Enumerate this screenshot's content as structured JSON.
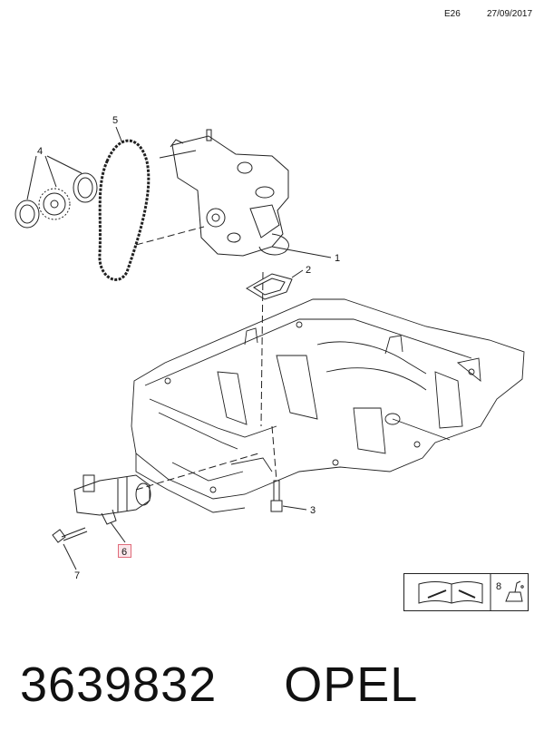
{
  "header": {
    "code": "E26",
    "date": "27/09/2017"
  },
  "callouts": {
    "c1": "1",
    "c2": "2",
    "c3": "3",
    "c4": "4",
    "c5": "5",
    "c6": "6",
    "c7": "7",
    "c8": "8"
  },
  "footer": {
    "part_number": "3639832",
    "brand": "OPEL"
  },
  "colors": {
    "highlight_border": "#e06b7a",
    "highlight_fill": "#fbe6ea",
    "line": "#222222"
  }
}
